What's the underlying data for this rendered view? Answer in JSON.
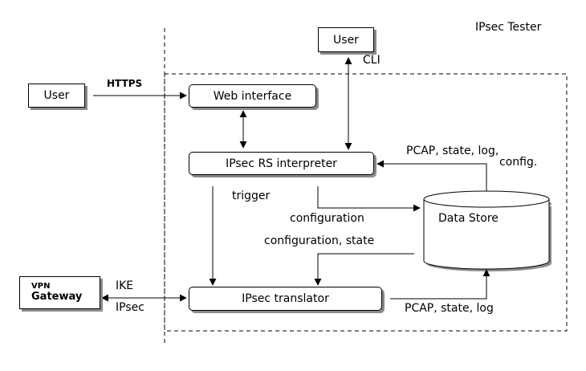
{
  "title": "IPsec Tester",
  "nodes": {
    "user_top": "User",
    "user_left": "User",
    "web_interface": "Web interface",
    "rs_interpreter": "IPsec RS interpreter",
    "translator": "IPsec translator",
    "data_store": "Data Store",
    "vpn_line1": "VPN",
    "vpn_line2": "Gateway"
  },
  "edges": {
    "cli": "CLI",
    "https": "HTTPS",
    "trigger": "trigger",
    "configuration": "configuration",
    "configuration_state": "configuration, state",
    "pcap_in_line1": "PCAP, state, log,",
    "pcap_in_line2": "config.",
    "pcap_out": "PCAP, state, log",
    "ike": "IKE",
    "ipsec": "IPsec"
  },
  "colors": {
    "line": "#000000",
    "shadow": "#8a8a8a",
    "background": "#ffffff"
  }
}
